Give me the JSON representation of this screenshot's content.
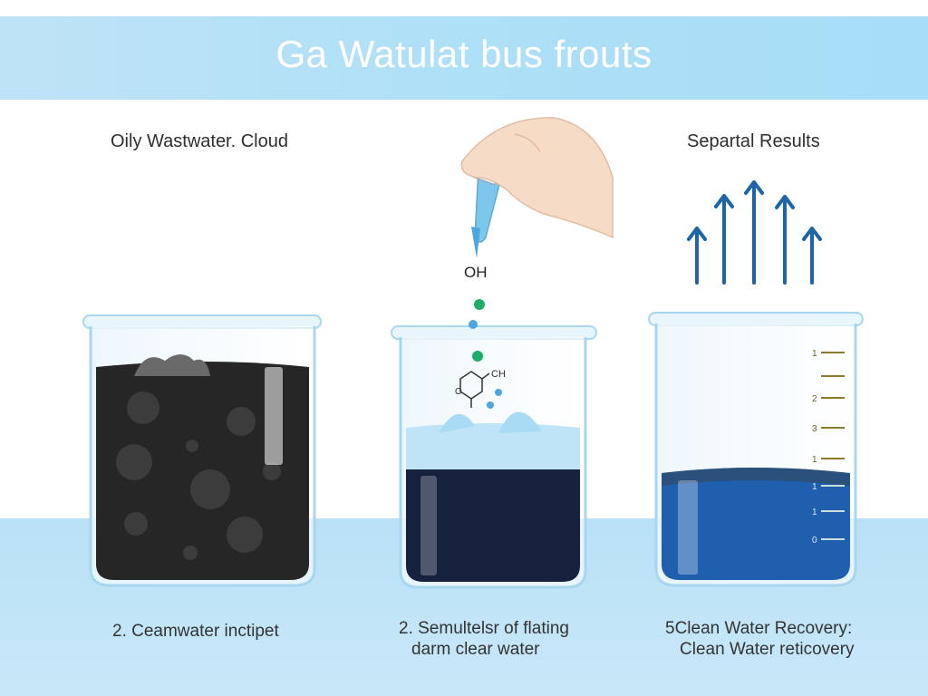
{
  "header": {
    "title": "Ga Watulat bus frouts"
  },
  "panels": {
    "left": {
      "label": "Oily Wastwater. Cloud",
      "caption": "2. Ceamwater inctipet"
    },
    "middle": {
      "chem_label": "OH",
      "molecule_label_top": "CH",
      "molecule_label_left": "O",
      "caption_line1": "2. Semultelsr of flating",
      "caption_line2": "darm clear water"
    },
    "right": {
      "label": "Separtal Results",
      "caption_line1": "5Clean Water Recovery:",
      "caption_line2": "Clean Water reticovery",
      "scale_ticks": [
        "1",
        "",
        "2",
        "3",
        "1",
        "1",
        "1",
        "0"
      ]
    }
  },
  "colors": {
    "banner": "#aee0f7",
    "oily_water": "#262626",
    "separated_dark": "#15213d",
    "separated_clear": "#bfe4f7",
    "clean_water": "#1f5fae",
    "arrows": "#1e65a8",
    "droplet_green": "#1fae6a",
    "droplet_blue": "#4ea6e0"
  },
  "icons": [
    "dropper-hand-icon",
    "arrow-up-icon",
    "molecule-icon",
    "beaker-icon"
  ]
}
